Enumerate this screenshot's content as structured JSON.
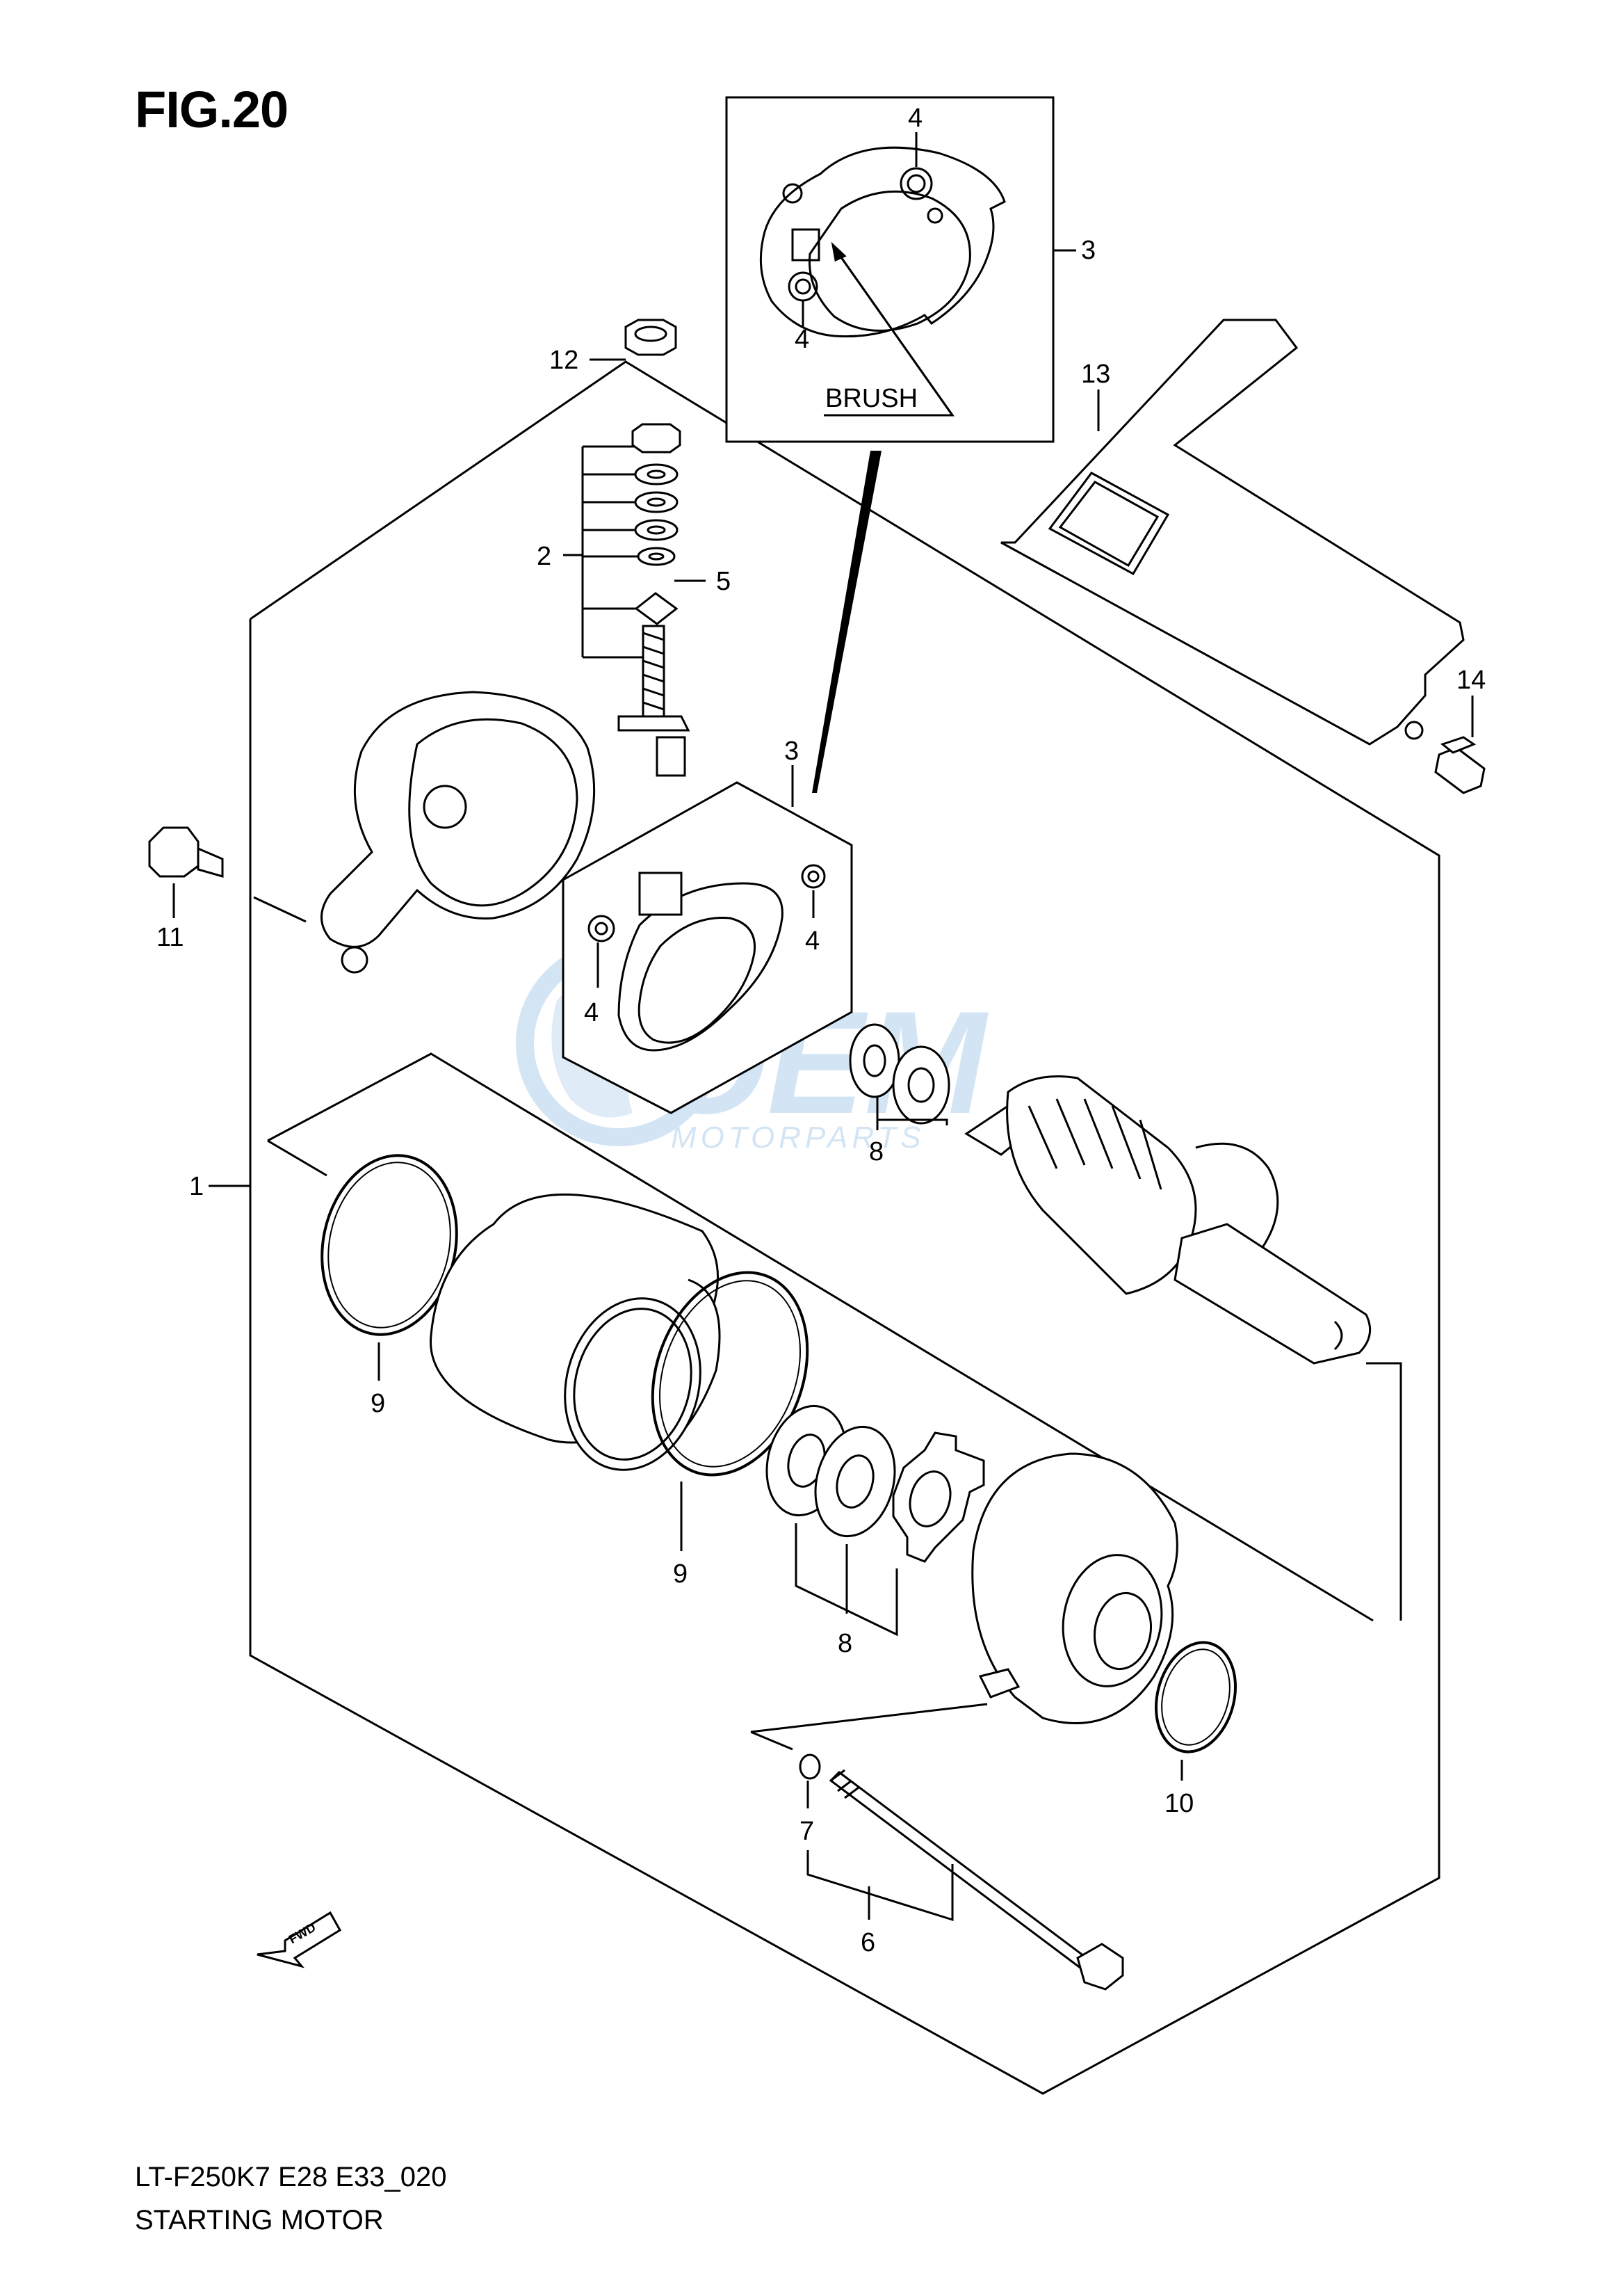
{
  "figure": {
    "title": "FIG.20",
    "code": "LT-F250K7 E28 E33_020",
    "name": "STARTING MOTOR"
  },
  "inset": {
    "brush_label": "BRUSH"
  },
  "watermark": {
    "logo_text": "OEM",
    "sub_text": "MOTORPARTS",
    "color": "#cfe3f3"
  },
  "callouts": {
    "c1": "1",
    "c2": "2",
    "c3_inset": "3",
    "c3_main": "3",
    "c4_inset_top": "4",
    "c4_inset_bottom": "4",
    "c4_main_left": "4",
    "c4_main_right": "4",
    "c5": "5",
    "c6": "6",
    "c7": "7",
    "c8_upper": "8",
    "c8_lower": "8",
    "c9_left": "9",
    "c9_center": "9",
    "c10": "10",
    "c11": "11",
    "c12": "12",
    "c13": "13",
    "c14": "14"
  },
  "fwd_label": "FWD"
}
